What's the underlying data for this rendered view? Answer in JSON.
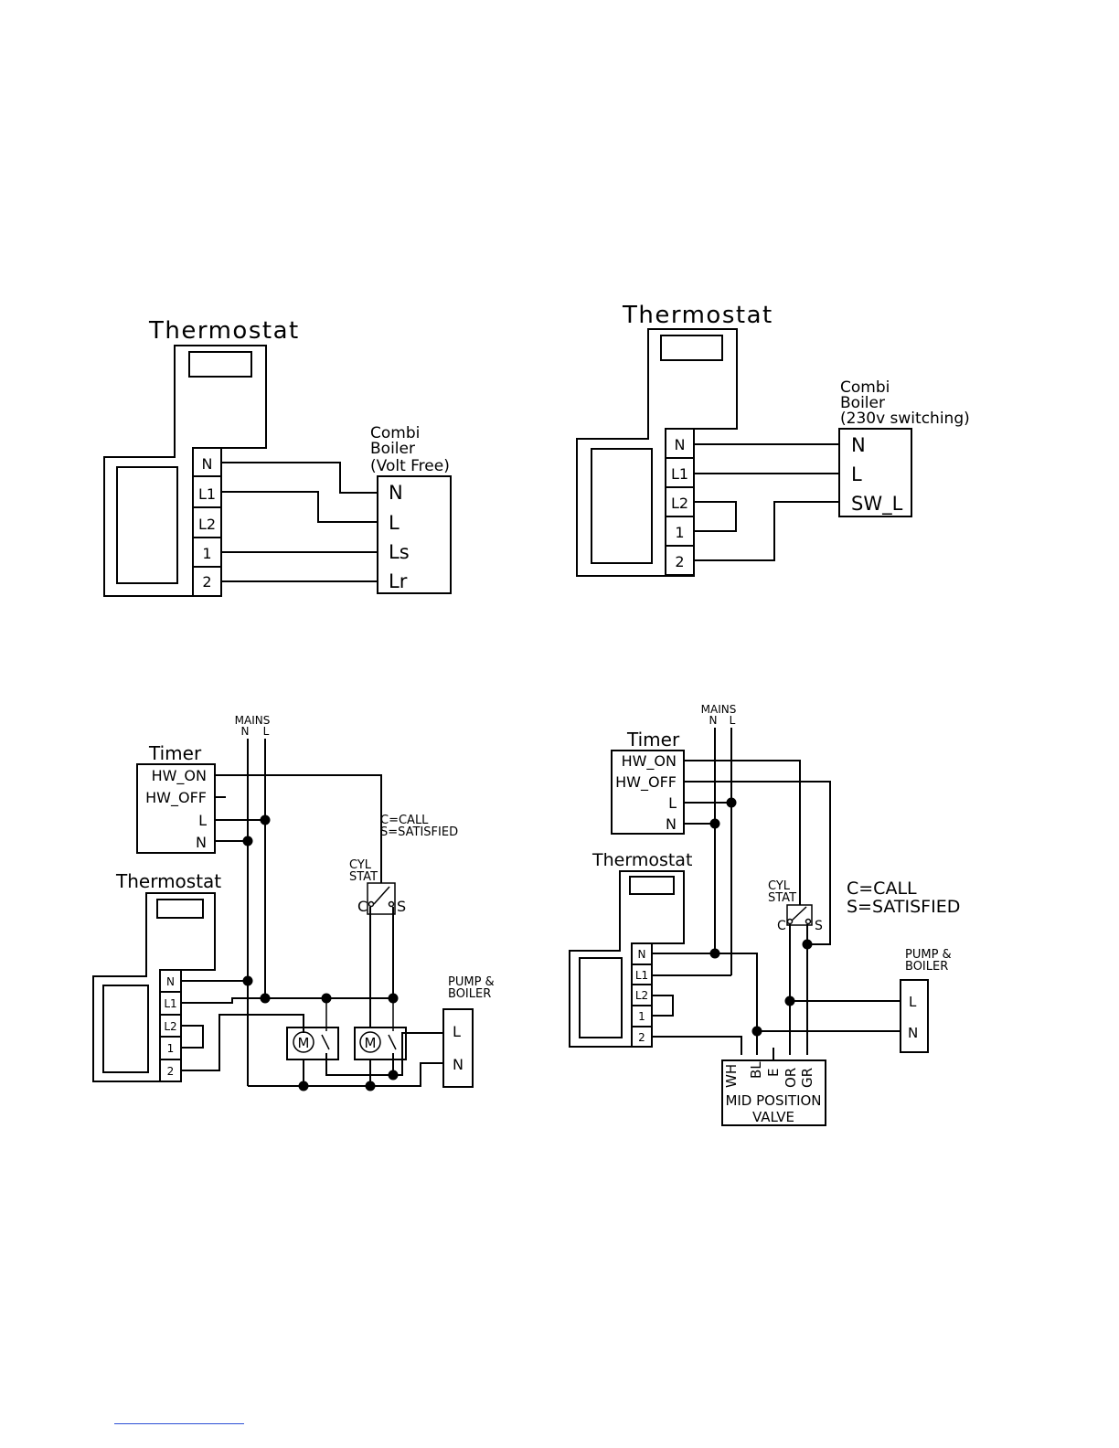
{
  "colors": {
    "ink": "#000000",
    "background": "#ffffff",
    "footer_rule": "#2b4fd6"
  },
  "diagram1": {
    "thermostat_label": "Thermostat",
    "terminals": [
      "N",
      "L1",
      "L2",
      "1",
      "2"
    ],
    "boiler_label": [
      "Combi",
      "Boiler",
      "(Volt Free)"
    ],
    "boiler_terminals": [
      "N",
      "L",
      "Ls",
      "Lr"
    ]
  },
  "diagram2": {
    "thermostat_label": "Thermostat",
    "terminals": [
      "N",
      "L1",
      "L2",
      "1",
      "2"
    ],
    "boiler_label": [
      "Combi",
      "Boiler",
      "(230v switching)"
    ],
    "boiler_terminals": [
      "N",
      "L",
      "SW_L"
    ]
  },
  "diagram3": {
    "mains_label": "MAINS",
    "mains_terminals": [
      "N",
      "L"
    ],
    "timer_label": "Timer",
    "timer_terminals": [
      "HW_ON",
      "HW_OFF",
      "L",
      "N"
    ],
    "legend": [
      "C=CALL",
      "S=SATISFIED"
    ],
    "cyl_stat_label": [
      "CYL",
      "STAT"
    ],
    "cyl_stat_terminals": [
      "C",
      "S"
    ],
    "thermostat_label": "Thermostat",
    "terminals": [
      "N",
      "L1",
      "L2",
      "1",
      "2"
    ],
    "motor_label": "M",
    "pump_label": [
      "PUMP &",
      "BOILER"
    ],
    "pump_terminals": [
      "L",
      "N"
    ]
  },
  "diagram4": {
    "mains_label": "MAINS",
    "mains_terminals": [
      "N",
      "L"
    ],
    "timer_label": "Timer",
    "timer_terminals": [
      "HW_ON",
      "HW_OFF",
      "L",
      "N"
    ],
    "thermostat_label": "Thermostat",
    "terminals": [
      "N",
      "L1",
      "L2",
      "1",
      "2"
    ],
    "cyl_stat_label": [
      "CYL",
      "STAT"
    ],
    "cyl_stat_terminals": [
      "C",
      "S"
    ],
    "legend": [
      "C=CALL",
      "S=SATISFIED"
    ],
    "pump_label": [
      "PUMP &",
      "BOILER"
    ],
    "pump_terminals": [
      "L",
      "N"
    ],
    "valve_wires": [
      "WH",
      "BL",
      "E",
      "OR",
      "GR"
    ],
    "valve_label": [
      "MID POSITION",
      "VALVE"
    ]
  }
}
